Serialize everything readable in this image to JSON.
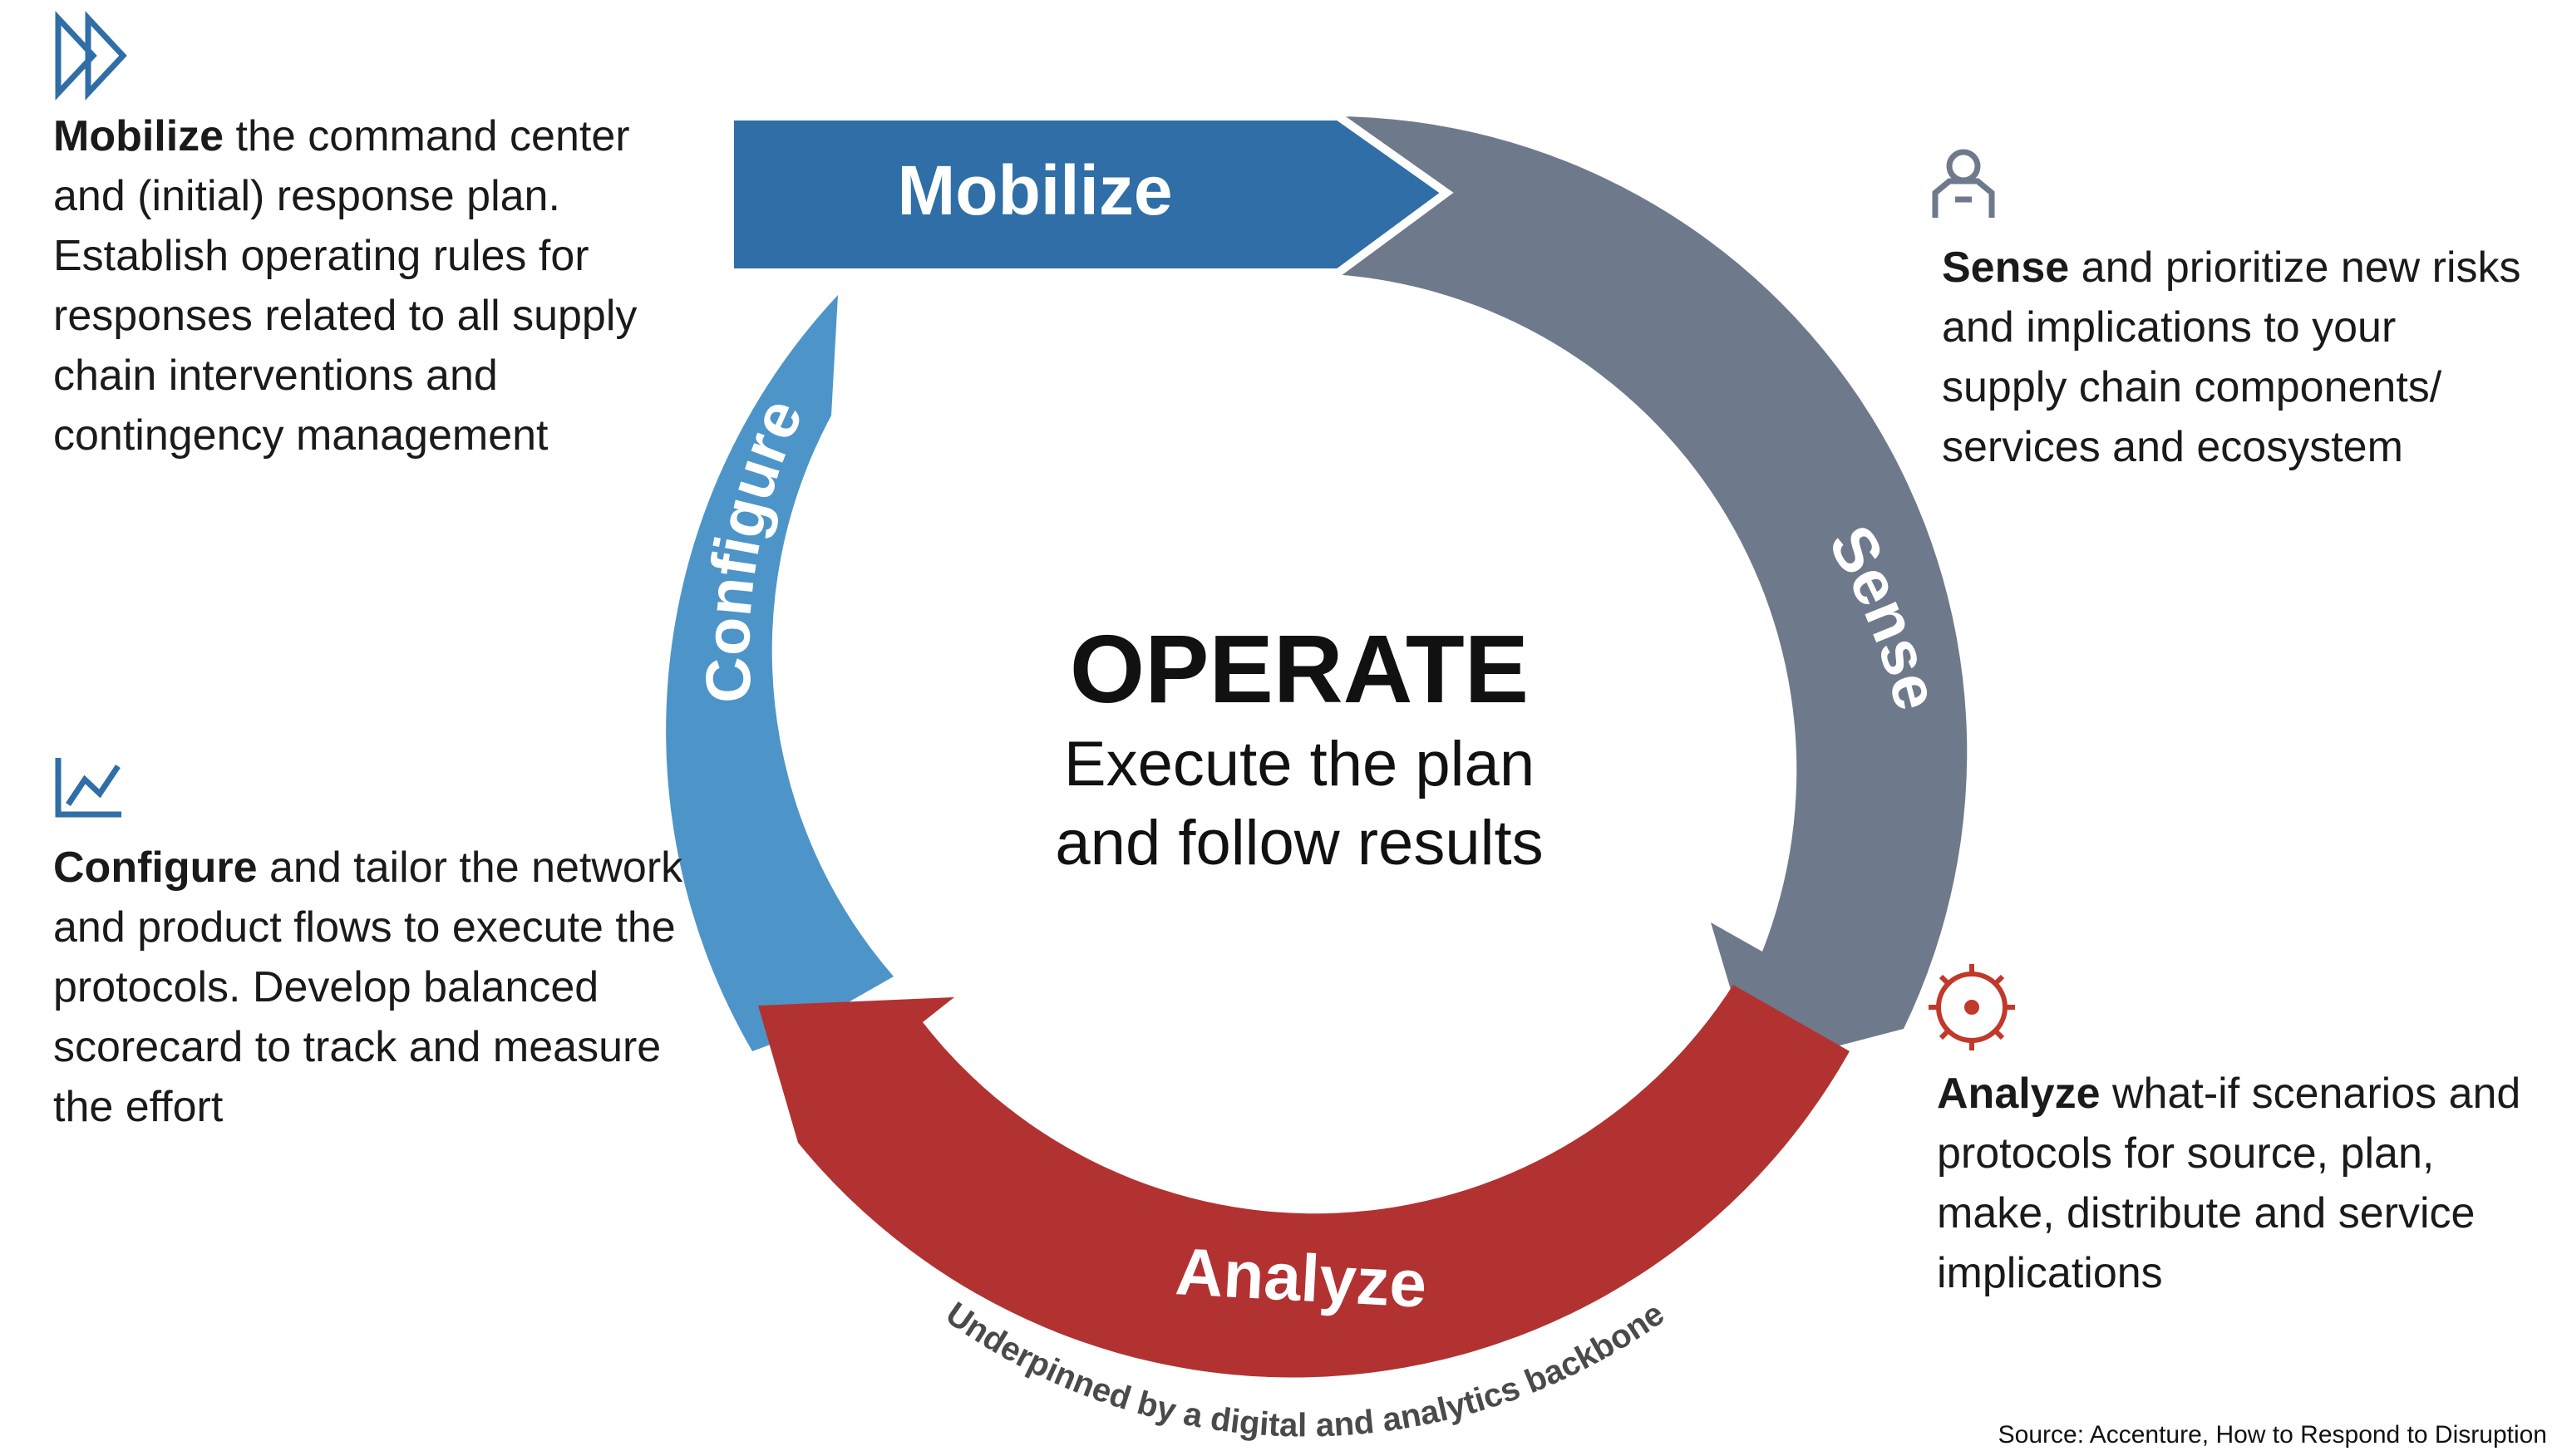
{
  "center": {
    "title": "OPERATE",
    "subtitle_line1": "Execute the plan",
    "subtitle_line2": "and follow results"
  },
  "stages": {
    "mobilize": {
      "label": "Mobilize",
      "color": "#2f6ea6"
    },
    "sense": {
      "label": "Sense",
      "color": "#6e7a8c"
    },
    "analyze": {
      "label": "Analyze",
      "color": "#b23232"
    },
    "configure": {
      "label": "Configure",
      "color": "#4d95c9"
    }
  },
  "backbone": "Underpinned by a digital and analytics backbone",
  "descriptions": {
    "mobilize": {
      "icon": "fast-forward-icon",
      "bold": "Mobilize",
      "rest": " the command center and (initial) response plan. Establish operating rules for responses related to all supply chain interventions and contingency management"
    },
    "sense": {
      "icon": "person-icon",
      "bold": "Sense",
      "rest": " and prioritize new risks and implications to your supply chain components/ services and ecosystem"
    },
    "configure": {
      "icon": "line-chart-icon",
      "bold": "Configure",
      "rest": " and tailor the network and product flows to execute the protocols. Develop balanced scorecard to track and measure the effort"
    },
    "analyze": {
      "icon": "gear-icon",
      "bold": "Analyze",
      "rest": " what-if scenarios and protocols for source, plan, make, distribute and service implications"
    }
  },
  "source": "Source: Accenture, How to Respond to Disruption"
}
